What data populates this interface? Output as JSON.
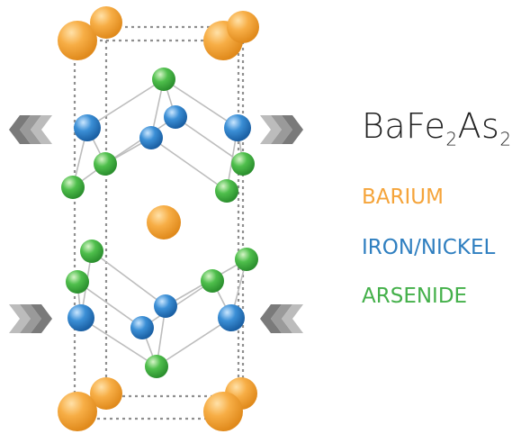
{
  "formula": {
    "base1": "BaFe",
    "sub1": "2",
    "base2": "As",
    "sub2": "2"
  },
  "legend": [
    {
      "label": "BARIUM",
      "color": "#f5a43a"
    },
    {
      "label": "IRON/NICKEL",
      "color": "#2f7fc0"
    },
    {
      "label": "ARSENIDE",
      "color": "#44b04a"
    }
  ]
}
